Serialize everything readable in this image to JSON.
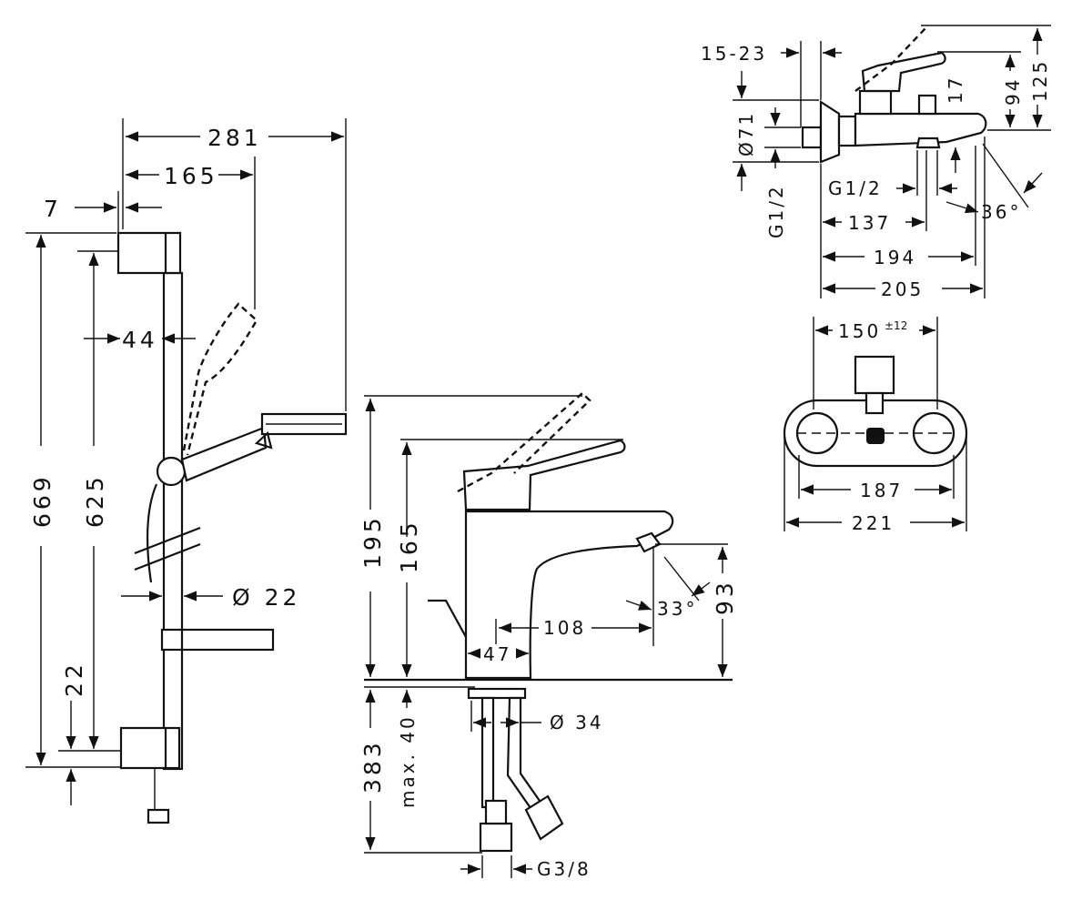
{
  "shower_rail": {
    "width_total": "281",
    "width_handshower": "165",
    "wall_offset": "7",
    "rail_spacing": "44",
    "height_total": "669",
    "height_fixing": "625",
    "bottom_offset": "22",
    "rail_diameter": "Ø 22"
  },
  "basin_mixer": {
    "height_total": "195",
    "height_spout": "165",
    "projection": "108",
    "base_width": "47",
    "spout_height": "93",
    "angle": "33°",
    "base_diameter": "Ø 34",
    "hose_length": "383",
    "max_thickness": "max. 40",
    "thread": "G3/8"
  },
  "bath_mixer": {
    "connection_range": "15-23",
    "rosette": "Ø71",
    "inlet": "G1/2",
    "outlet_thread": "G1/2",
    "lever_dim": "17",
    "height_94": "94",
    "height_125": "125",
    "angle": "36°",
    "dim_137": "137",
    "dim_194": "194",
    "dim_205": "205",
    "centers": "150",
    "centers_tol": "±12",
    "width_187": "187",
    "width_221": "221"
  }
}
